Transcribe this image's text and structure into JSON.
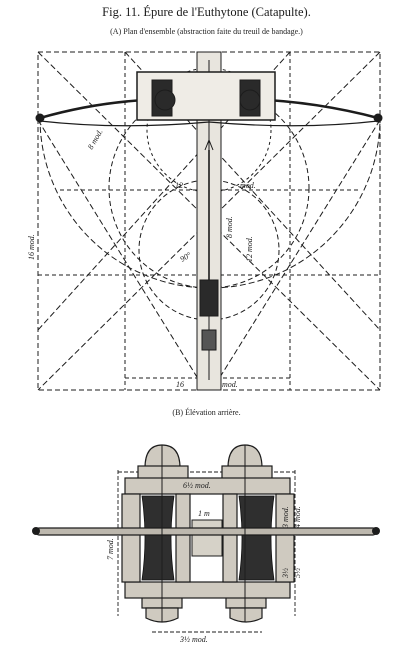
{
  "figure": {
    "title": "Fig. 11. Épure de l'Euthytone (Catapulte).",
    "caption_a": "(A) Plan d'ensemble (abstraction faite du treuil de bandage.)",
    "caption_b": "(B) Élévation arrière."
  },
  "plan_labels": {
    "arc_radius": "8 mod.",
    "top_span": "12",
    "top_span_unit": "mod.",
    "height_left": "16 mod.",
    "mid_vertical": "8 mod.",
    "inner_vertical": "12 mod.",
    "angle": "90°",
    "bottom_span": "16",
    "bottom_span_unit": "mod."
  },
  "elevation_labels": {
    "top_width": "6½ mod.",
    "left_height": "7 mod.",
    "center": "1 m",
    "right_a": "3 mod.",
    "right_b": "4 mod.",
    "right_c": "3½",
    "right_d": "5½",
    "bottom_width": "3½ mod."
  },
  "colors": {
    "ink": "#1c1c1c",
    "wood": "#cfcac0",
    "dark": "#2a2a2a"
  }
}
